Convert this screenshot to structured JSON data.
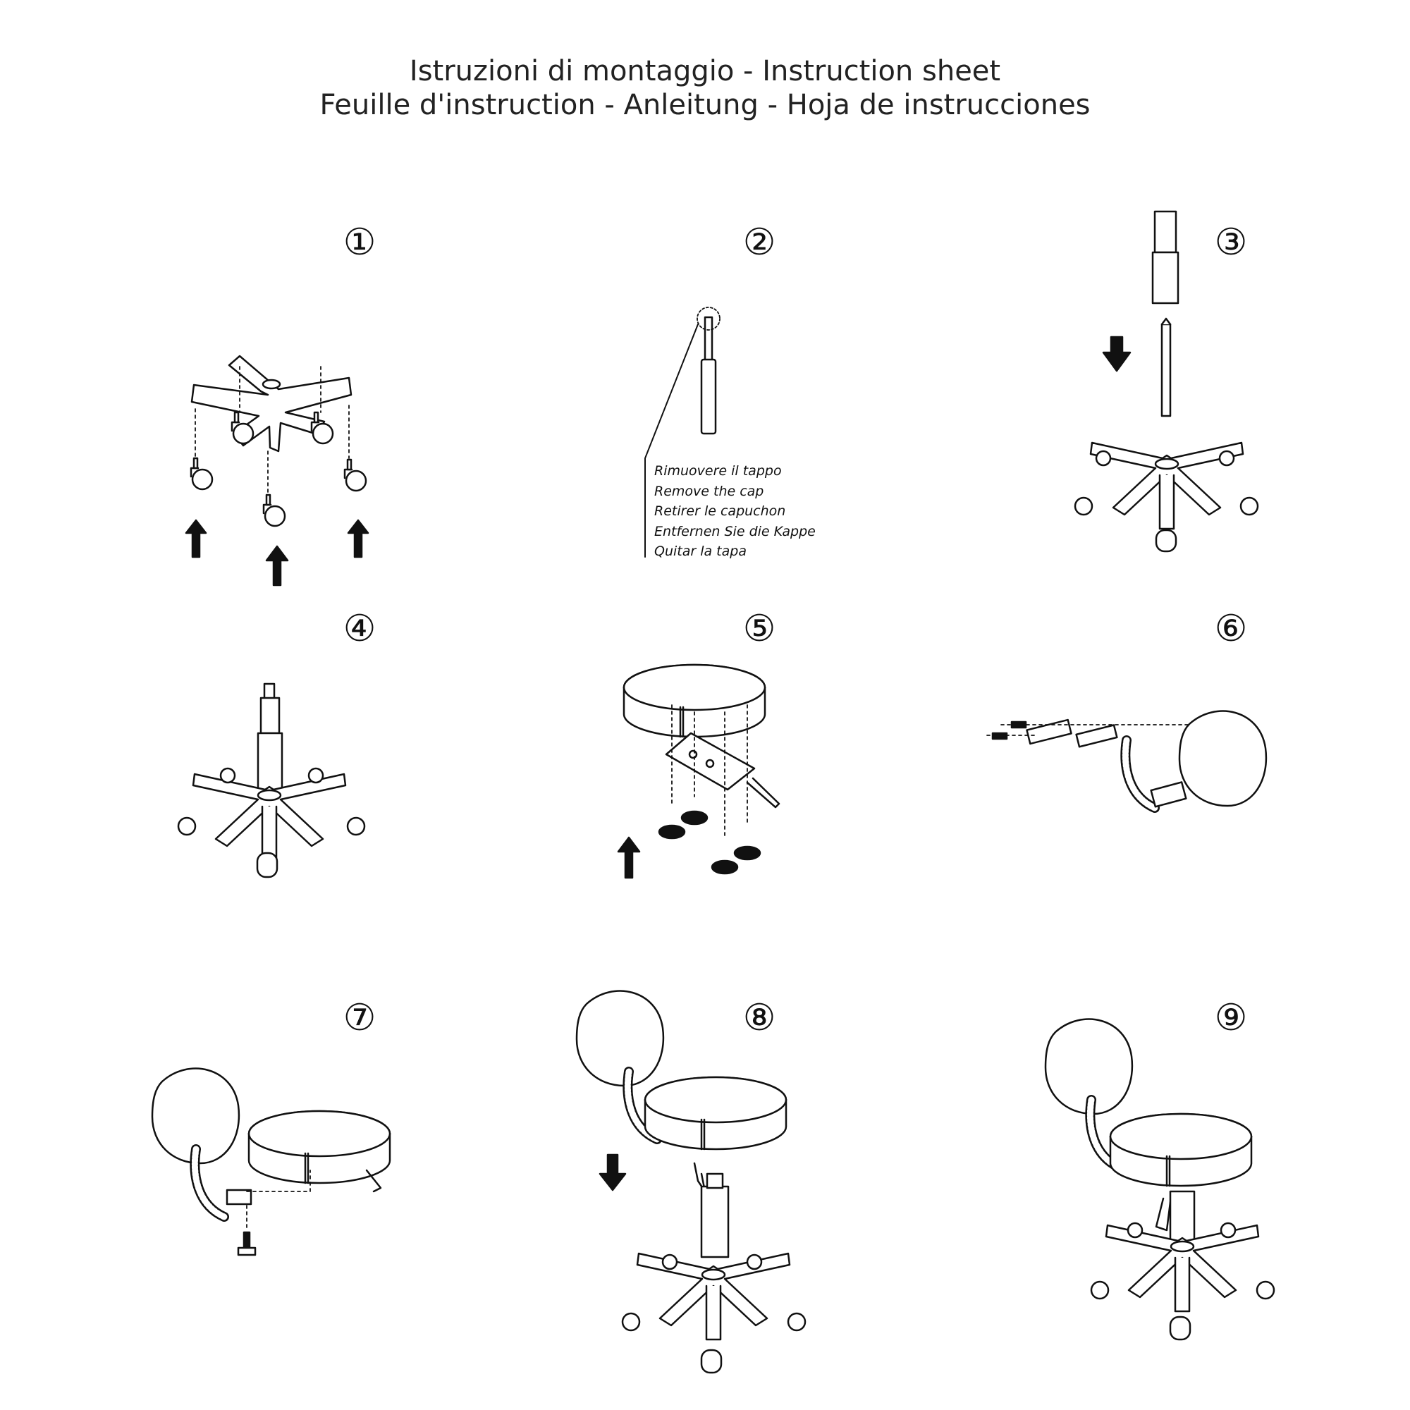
{
  "title": {
    "line1": "Istruzioni di montaggio - Instruction sheet",
    "line2": "Feuille d'instruction - Anleitung - Hoja de instrucciones"
  },
  "steps": [
    {
      "number": "①"
    },
    {
      "number": "②"
    },
    {
      "number": "③"
    },
    {
      "number": "④"
    },
    {
      "number": "⑤"
    },
    {
      "number": "⑥"
    },
    {
      "number": "⑦"
    },
    {
      "number": "⑧"
    },
    {
      "number": "⑨"
    }
  ],
  "step2_caption": [
    "Rimuovere il tappo",
    "Remove the cap",
    "Retirer le capuchon",
    "Entfernen Sie die Kappe",
    "Quitar la tapa"
  ],
  "icons": {
    "arrow_up": "arrow-up-icon",
    "arrow_down": "arrow-down-icon"
  },
  "colors": {
    "ink": "#111111",
    "paper": "#ffffff"
  }
}
